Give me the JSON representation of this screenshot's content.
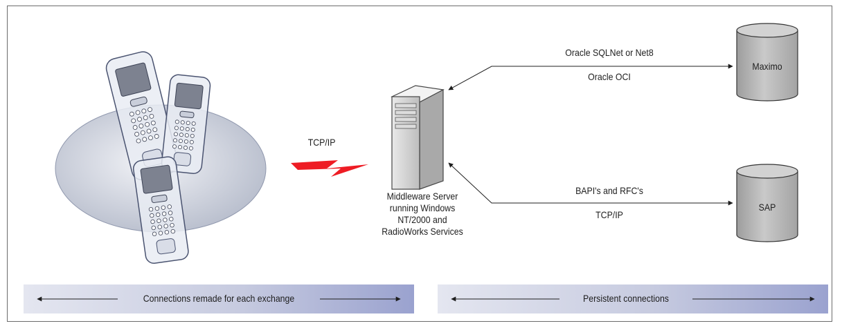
{
  "diagram": {
    "protocol_wireless": "TCP/IP",
    "server_label": [
      "Middleware Server",
      "running Windows",
      "NT/2000 and",
      "RadioWorks Services"
    ],
    "maximo_link": {
      "top": "Oracle SQLNet or Net8",
      "bottom": "Oracle OCI"
    },
    "sap_link": {
      "top": "BAPI's and RFC's",
      "bottom": "TCP/IP"
    },
    "databases": {
      "maximo": "Maximo",
      "sap": "SAP"
    },
    "bands": {
      "left": "Connections remade for each exchange",
      "right": "Persistent connections"
    },
    "colors": {
      "lightning": "#ee1c24",
      "band_start": "#e4e6f0",
      "band_end": "#9aa2cf",
      "cylinder": "#b9b9b9",
      "ellipse": "#c4c9d6"
    }
  }
}
